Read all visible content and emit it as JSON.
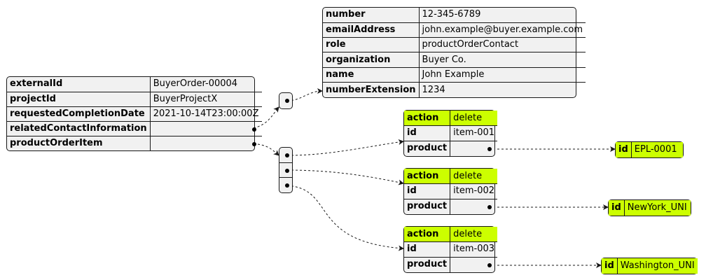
{
  "root": {
    "externalId": {
      "key": "externalId",
      "value": "BuyerOrder-00004"
    },
    "projectId": {
      "key": "projectId",
      "value": "BuyerProjectX"
    },
    "requestedCompletionDate": {
      "key": "requestedCompletionDate",
      "value": "2021-10-14T23:00:00Z"
    },
    "relatedContactInformation": {
      "key": "relatedContactInformation"
    },
    "productOrderItem": {
      "key": "productOrderItem"
    }
  },
  "contact": {
    "number": {
      "key": "number",
      "value": "12-345-6789"
    },
    "emailAddress": {
      "key": "emailAddress",
      "value": "john.example@buyer.example.com"
    },
    "role": {
      "key": "role",
      "value": "productOrderContact"
    },
    "organization": {
      "key": "organization",
      "value": "Buyer Co."
    },
    "name": {
      "key": "name",
      "value": "John Example"
    },
    "numberExtension": {
      "key": "numberExtension",
      "value": "1234"
    }
  },
  "items": [
    {
      "action_key": "action",
      "action": "delete",
      "id_key": "id",
      "id": "item-001",
      "product_key": "product",
      "product_id_key": "id",
      "product_id": "EPL-0001"
    },
    {
      "action_key": "action",
      "action": "delete",
      "id_key": "id",
      "id": "item-002",
      "product_key": "product",
      "product_id_key": "id",
      "product_id": "NewYork_UNI"
    },
    {
      "action_key": "action",
      "action": "delete",
      "id_key": "id",
      "id": "item-003",
      "product_key": "product",
      "product_id_key": "id",
      "product_id": "Washington_UNI"
    }
  ],
  "colors": {
    "highlight": "#ccff00",
    "box_fill": "#f1f1f1",
    "border": "#181818"
  }
}
